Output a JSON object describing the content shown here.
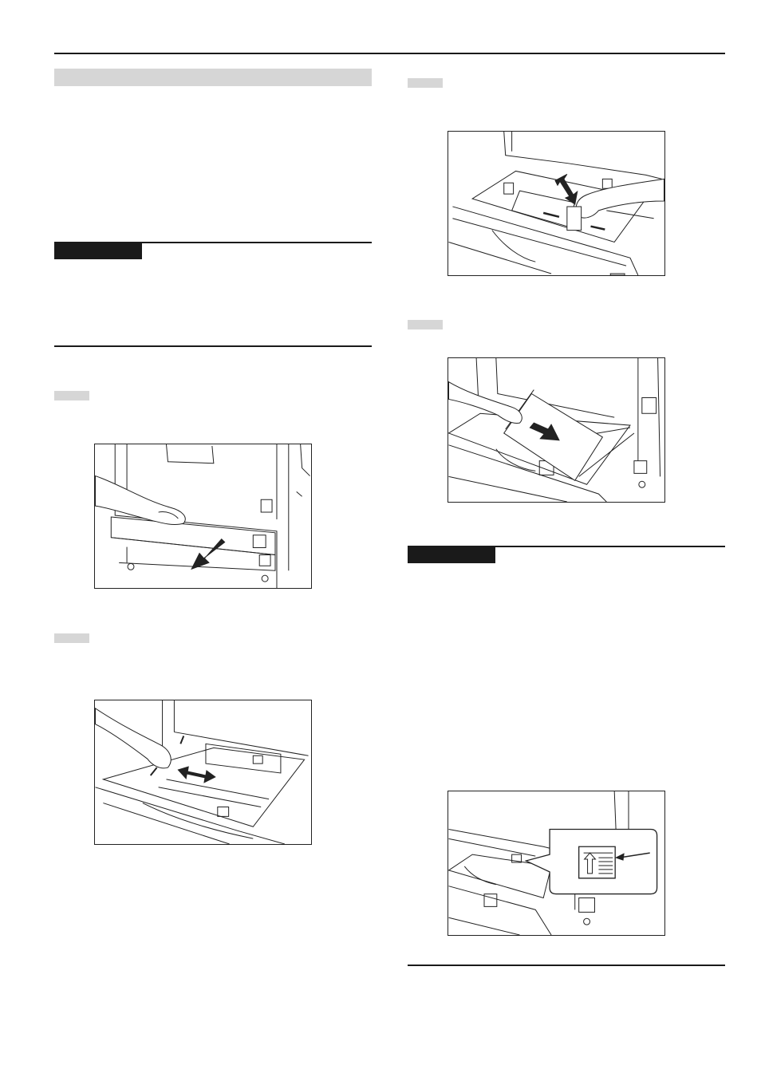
{
  "page": {
    "background": "#ffffff",
    "rule_color": "#1a1a1a",
    "tag_color": "#d6d6d6"
  },
  "figures": [
    {
      "subject": "drawer-pull-out",
      "icons": [
        "hand-icon",
        "arrow-icon"
      ]
    },
    {
      "subject": "length-guide-adjust",
      "icons": [
        "hand-icon",
        "double-arrow-icon"
      ]
    },
    {
      "subject": "width-guide-adjust",
      "icons": [
        "hand-icon",
        "double-arrow-icon"
      ]
    },
    {
      "subject": "paper-insert",
      "icons": [
        "hand-icon",
        "paper-icon",
        "arrow-icon"
      ]
    },
    {
      "subject": "paper-size-label",
      "icons": [
        "label-callout-icon",
        "pointer-arrow-icon"
      ]
    }
  ]
}
